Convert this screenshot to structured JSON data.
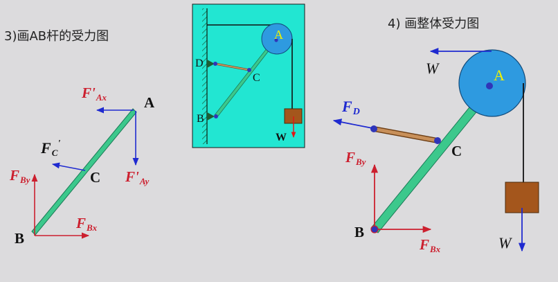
{
  "captions": {
    "left": "3)画AB杆的受力图",
    "right": "4) 画整体受力图"
  },
  "colors": {
    "background": "#dcdbdd",
    "rod": "#3cc88c",
    "force_red": "#cc1f2e",
    "force_blue": "#1f2ad0",
    "inset_bg": "#22e6d2",
    "pulley": "#2e9ae0",
    "block": "#a4561c"
  },
  "left_diagram": {
    "point_a": "A",
    "point_b": "B",
    "point_c": "C",
    "force_ax": {
      "main": "F'",
      "sub": "Ax"
    },
    "force_ay": {
      "main": "F'",
      "sub": "Ay"
    },
    "force_c": {
      "main": "F",
      "sub": "C",
      "prime": "'"
    },
    "force_by": {
      "main": "F",
      "sub": "By"
    },
    "force_bx": {
      "main": "F",
      "sub": "Bx"
    }
  },
  "inset": {
    "point_a": "A",
    "point_b": "B",
    "point_c": "C",
    "point_d": "D",
    "weight": "W"
  },
  "right_diagram": {
    "point_a": "A",
    "point_b": "B",
    "point_c": "C",
    "force_d": {
      "main": "F",
      "sub": "D"
    },
    "force_by": {
      "main": "F",
      "sub": "By"
    },
    "force_bx": {
      "main": "F",
      "sub": "Bx"
    },
    "weight_top": "W",
    "weight_bottom": "W"
  },
  "icons": {
    "pulley": "pulley-icon",
    "wall": "hatched-wall-icon",
    "pin": "pin-support-icon",
    "block": "weight-block-icon"
  }
}
